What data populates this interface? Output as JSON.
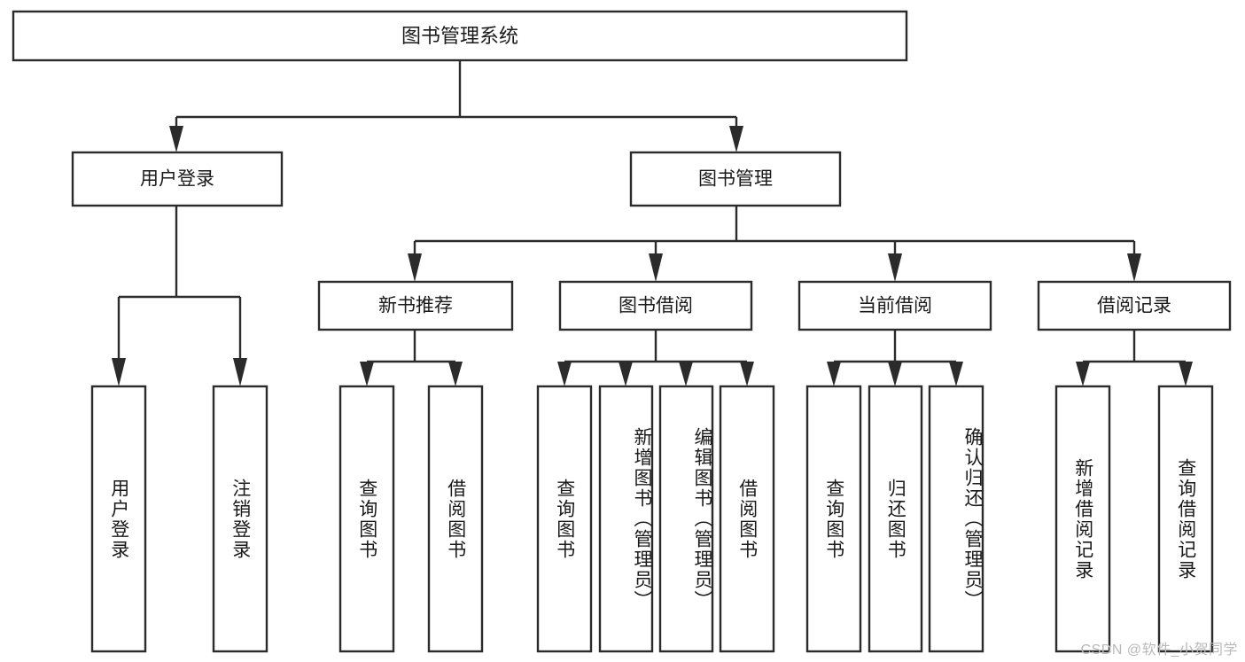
{
  "diagram": {
    "type": "tree-hierarchy",
    "title": "图书管理系统",
    "root": {
      "label": "图书管理系统",
      "level": 0
    },
    "level1": [
      {
        "id": "user-login",
        "label": "用户登录"
      },
      {
        "id": "book-management",
        "label": "图书管理"
      }
    ],
    "level2": [
      {
        "id": "new-book-recommend",
        "label": "新书推荐",
        "parent": "book-management"
      },
      {
        "id": "book-borrow",
        "label": "图书借阅",
        "parent": "book-management"
      },
      {
        "id": "current-borrow",
        "label": "当前借阅",
        "parent": "book-management"
      },
      {
        "id": "borrow-record",
        "label": "借阅记录",
        "parent": "book-management"
      }
    ],
    "leaves": {
      "user-login": [
        {
          "id": "leaf-user-login",
          "label": "用户登录"
        },
        {
          "id": "leaf-user-logout",
          "label": "注销登录"
        }
      ],
      "new-book-recommend": [
        {
          "id": "leaf-query-book-1",
          "label": "查询图书"
        },
        {
          "id": "leaf-borrow-book-1",
          "label": "借阅图书"
        }
      ],
      "book-borrow": [
        {
          "id": "leaf-query-book-2",
          "label": "查询图书"
        },
        {
          "id": "leaf-add-book",
          "label": "新增图书（管理员）"
        },
        {
          "id": "leaf-edit-book",
          "label": "编辑图书（管理员）"
        },
        {
          "id": "leaf-borrow-book-2",
          "label": "借阅图书"
        }
      ],
      "current-borrow": [
        {
          "id": "leaf-query-book-3",
          "label": "查询图书"
        },
        {
          "id": "leaf-return-book",
          "label": "归还图书"
        },
        {
          "id": "leaf-confirm-return",
          "label": "确认归还（管理员）"
        }
      ],
      "borrow-record": [
        {
          "id": "leaf-add-borrow-record",
          "label": "新增借阅记录"
        },
        {
          "id": "leaf-query-borrow-record",
          "label": "查询借阅记录"
        }
      ]
    }
  },
  "watermark": {
    "text": "CSDN @软件_小贺同学"
  },
  "colors": {
    "stroke": "#2b2b2b",
    "box_fill": "#ffffff",
    "text": "#1a1a1a",
    "background": "#ffffff",
    "watermark": "#b9b9b9"
  }
}
